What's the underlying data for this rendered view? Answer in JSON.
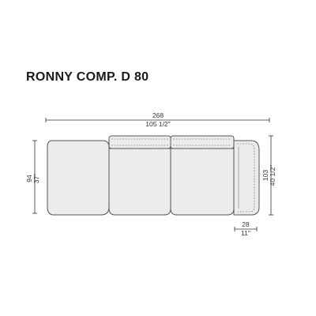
{
  "title": "RONNY COMP. D 80",
  "dimensions": {
    "total_width_cm": "268",
    "total_width_in": "105 1/2\"",
    "left_height_cm": "94",
    "left_height_in": "37\"",
    "right_height_cm": "103",
    "right_height_in": "40 1/2\"",
    "arm_width_cm": "28",
    "arm_width_in": "11\""
  },
  "colors": {
    "fill": "#ececec",
    "stroke": "#555555",
    "dimension_line": "#333333"
  }
}
